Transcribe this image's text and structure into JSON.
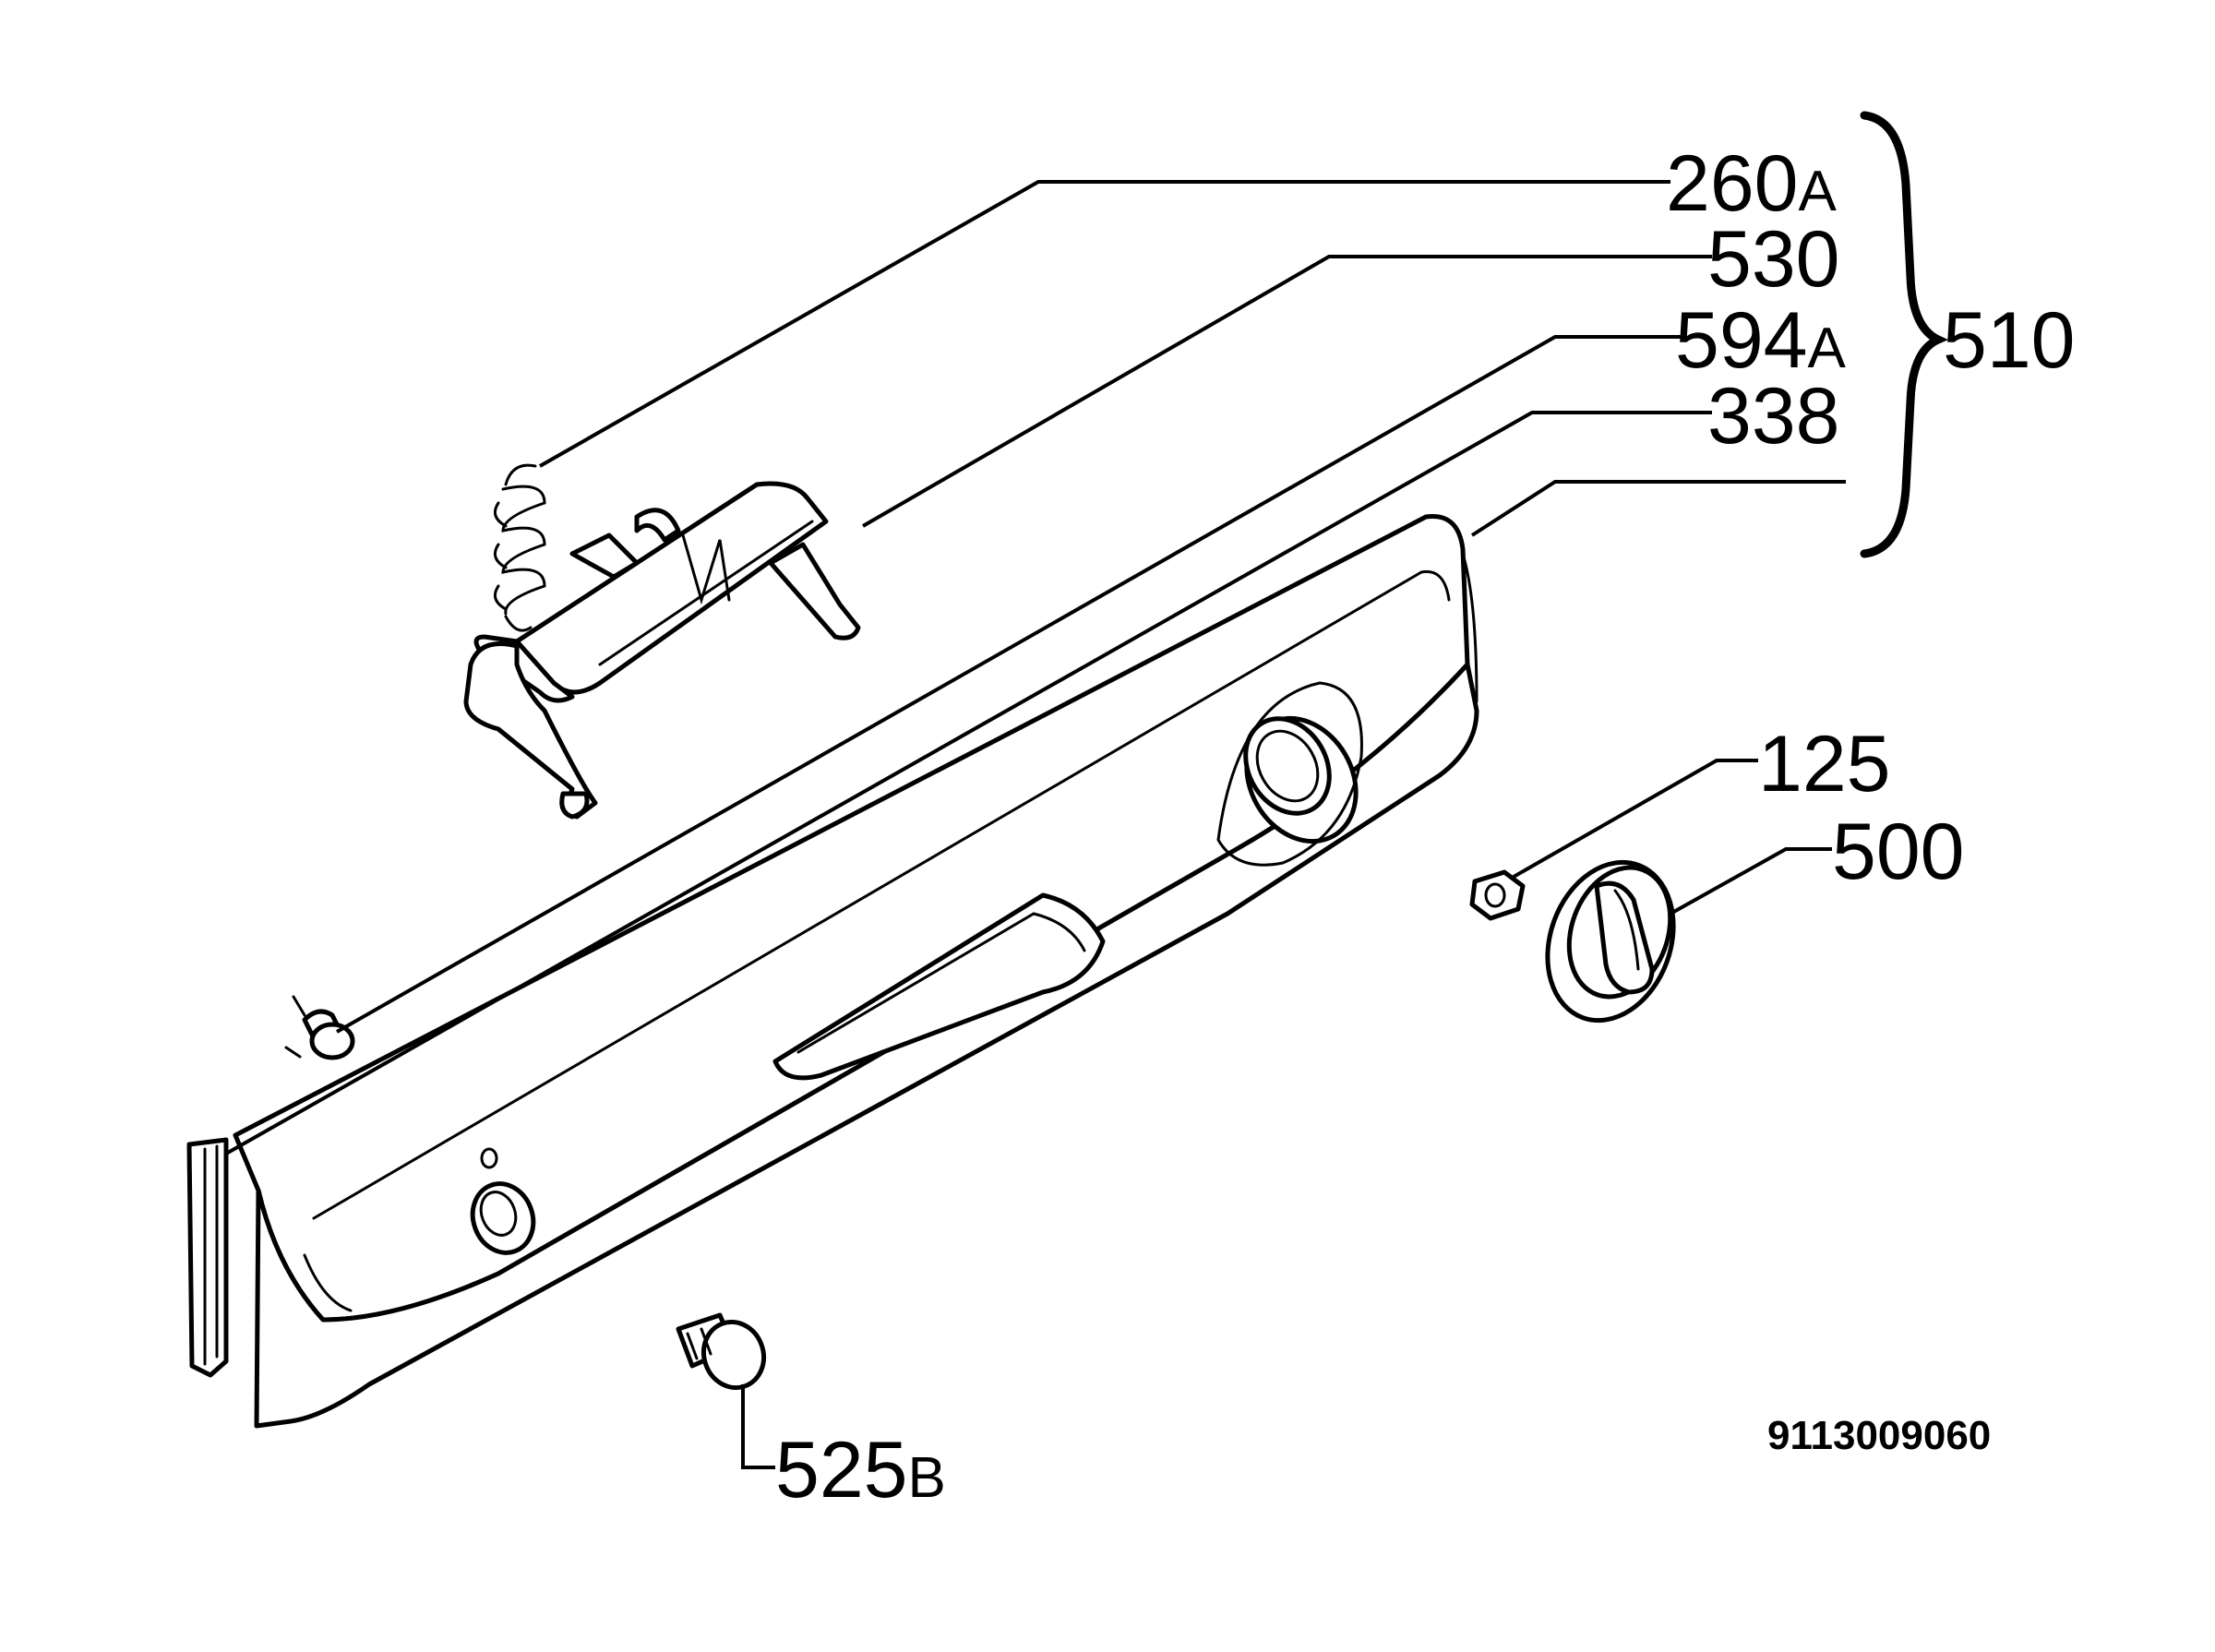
{
  "labels": {
    "l260": {
      "num": "260",
      "suffix": "A"
    },
    "l530": {
      "num": "530",
      "suffix": ""
    },
    "l594": {
      "num": "594",
      "suffix": "A"
    },
    "l338": {
      "num": "338",
      "suffix": ""
    },
    "l510": {
      "num": "510",
      "suffix": ""
    },
    "l125": {
      "num": "125",
      "suffix": ""
    },
    "l500": {
      "num": "500",
      "suffix": ""
    },
    "l525": {
      "num": "525",
      "suffix": "B"
    }
  },
  "document_number": "9113009060"
}
